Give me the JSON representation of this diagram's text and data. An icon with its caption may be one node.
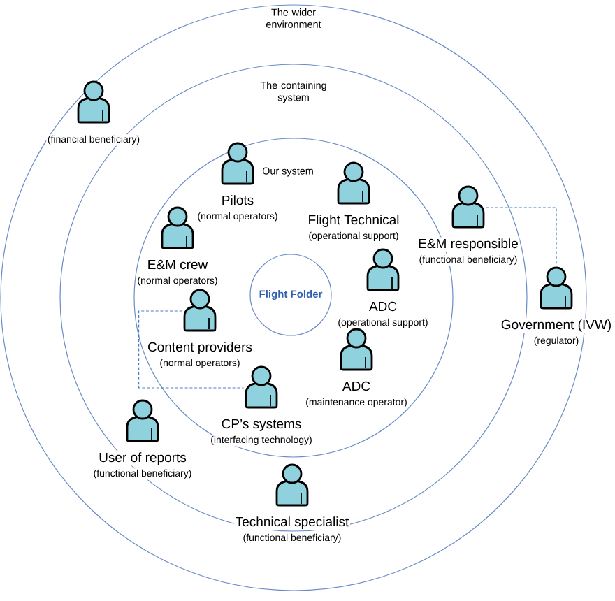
{
  "diagram": {
    "nodes": [
      {
        "text": [
          "The wider environment"
        ]
      },
      {
        "text": [
          "The containing system"
        ],
        "in": 0
      },
      {
        "text": [
          "Our system"
        ],
        "in": 1
      },
      {
        "text": [
          "Flight Folder"
        ],
        "in": 2
      },
      {
        "text": [
          "(financial beneficiary)"
        ],
        "in": 0
      },
      {
        "text": [
          "Pilots",
          "(normal operators)"
        ],
        "in": 2
      },
      {
        "text": [
          "Flight Technical",
          "(operational support)"
        ],
        "in": 2
      },
      {
        "text": [
          "E&M responsible",
          "(functional beneficiary)"
        ],
        "in": 1
      },
      {
        "text": [
          "E&M crew",
          "(normal operators)"
        ],
        "in": 2
      },
      {
        "text": [
          "ADC",
          "(operational support)"
        ],
        "in": 2
      },
      {
        "text": [
          "Government (IVW)",
          "(regulator)"
        ],
        "in": 0
      },
      {
        "text": [
          "Content providers",
          "(normal operators)"
        ],
        "in": 2
      },
      {
        "text": [
          "ADC",
          "(maintenance operator)"
        ],
        "in": 2
      },
      {
        "text": [
          "CP’s systems",
          "(interfacing technology)"
        ],
        "in": 2
      },
      {
        "text": [
          "User of reports",
          "(functional beneficiary)"
        ],
        "in": 1
      },
      {
        "text": [
          "Technical specialist",
          "(functional beneficiary)"
        ],
        "in": 1
      }
    ],
    "edges": [
      {
        "from": 7,
        "to": 10,
        "arrow": "none",
        "style": "dashed"
      },
      {
        "from": 11,
        "to": 13,
        "arrow": "none",
        "style": "dashed"
      }
    ]
  }
}
